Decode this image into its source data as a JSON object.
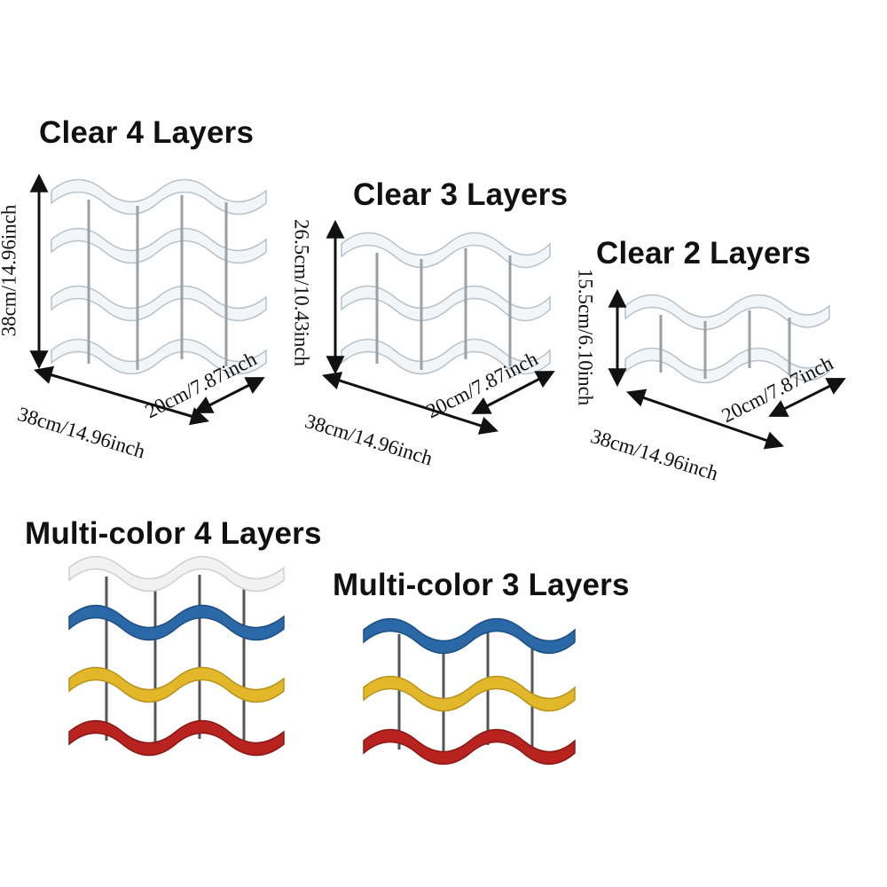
{
  "titles": {
    "clear4": "Clear 4 Layers",
    "clear3": "Clear 3 Layers",
    "clear2": "Clear 2 Layers",
    "multi4": "Multi-color 4 Layers",
    "multi3": "Multi-color 3 Layers"
  },
  "dimensions": {
    "clear4": {
      "height": "38cm/14.96inch",
      "width": "38cm/14.96inch",
      "depth": "20cm/7.87inch"
    },
    "clear3": {
      "height": "26.5cm/10.43inch",
      "width": "38cm/14.96inch",
      "depth": "20cm/7.87inch"
    },
    "clear2": {
      "height": "15.5cm/6.10inch",
      "width": "38cm/14.96inch",
      "depth": "20cm/7.87inch"
    }
  },
  "colors": {
    "text": "#111111",
    "arrow": "#111111",
    "acrylic_fill": "#f3f6f8",
    "acrylic_edge": "#b9c2c8",
    "rod": "#9aa1a6",
    "white_layer": "#f2f2f2",
    "blue_layer": "#2a68a8",
    "yellow_layer": "#e2b82a",
    "red_layer": "#b8231f"
  },
  "icons": [
    "double-arrow-icon",
    "wine-rack-shelf-icon"
  ]
}
